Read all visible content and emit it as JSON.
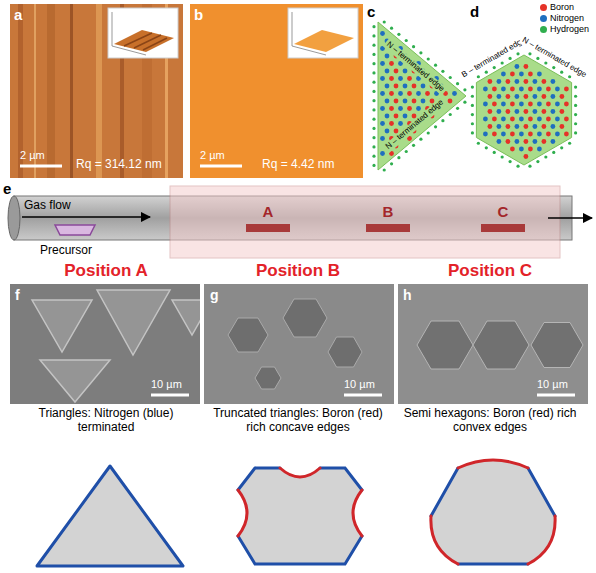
{
  "diagram": {
    "labels": [
      "a",
      "2 µm",
      "Rq = 314.12 nm",
      "b",
      "2 µm",
      "Rq = 4.42 nm",
      "c",
      "N – terminated edge",
      "N – terminated edge",
      "d",
      "B – terminated edge",
      "N – terminated edge",
      "e",
      "Gas flow",
      "Precursor",
      "A",
      "B",
      "C",
      "Position A",
      "Position B",
      "Position C",
      "f",
      "10 µm",
      "g",
      "10 µm",
      "h",
      "10 µm",
      "Triangles: Nitrogen (blue) terminated",
      "Truncated triangles: Boron (red) rich concave edges",
      "Semi hexagons: Boron (red) rich convex edges"
    ],
    "legend": [
      {
        "text": "Boron",
        "color": "#e53228"
      },
      {
        "text": "Nitrogen",
        "color": "#1f6fbf"
      },
      {
        "text": "Hydrogen",
        "color": "#2fae4e"
      }
    ]
  }
}
